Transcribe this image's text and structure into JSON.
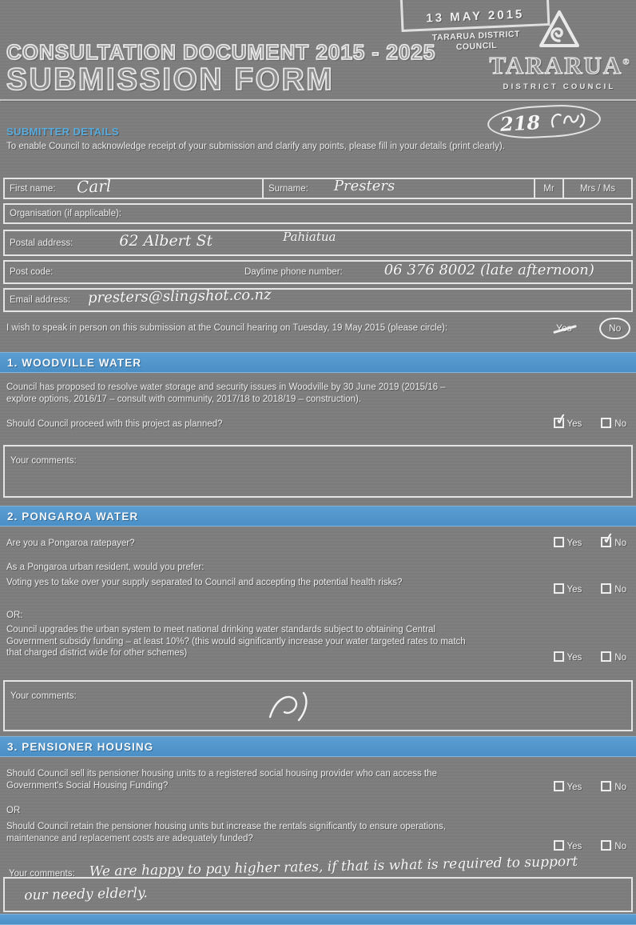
{
  "colors": {
    "page_background": "#7d7d7d",
    "banner_blue": "#4e94ca",
    "heading_blue": "#58abdd",
    "scan_white": "#ececec"
  },
  "labels": {
    "yes": "Yes",
    "no": "No"
  },
  "header": {
    "stamp": {
      "date": "13 MAY 2015",
      "org": "TARARUA DISTRICT COUNCIL"
    },
    "logo": {
      "name": "TARARUA",
      "registered": "®",
      "subtitle": "DISTRICT COUNCIL"
    },
    "title_line1": "CONSULTATION DOCUMENT 2015 - 2025",
    "title_line2": "SUBMISSION FORM",
    "submission_number": "218"
  },
  "submitter": {
    "heading": "SUBMITTER DETAILS",
    "intro": "To enable Council to acknowledge receipt of your submission and clarify any points, please fill in your details (print clearly).",
    "first_name_label": "First name:",
    "first_name_value": "Carl",
    "surname_label": "Surname:",
    "surname_value": "Presters",
    "title_mr": "Mr",
    "title_mrs_ms": "Mrs / Ms",
    "organisation_label": "Organisation (if applicable):",
    "organisation_value": "",
    "postal_label": "Postal address:",
    "postal_value_line1": "62 Albert St",
    "postal_value_line2": "Pahiatua",
    "postcode_label": "Post code:",
    "postcode_value": "",
    "phone_label": "Daytime phone number:",
    "phone_value": "06 376 8002 (late afternoon)",
    "email_label": "Email address:",
    "email_value": "presters@slingshot.co.nz"
  },
  "hearing": {
    "text": "I wish to speak in person on this submission at the Council hearing on Tuesday, 19 May 2015 (please circle):",
    "yes": "Yes",
    "no": "No",
    "circled": "No"
  },
  "section1": {
    "title": "1. WOODVILLE WATER",
    "body": "Council has proposed to resolve water storage and security issues in Woodville by 30 June 2019 (2015/16 – explore options, 2016/17 – consult with community, 2017/18 to 2018/19 – construction).",
    "question": "Should Council proceed with this project as planned?",
    "yes_mark": "✓",
    "no_mark": "",
    "comments_label": "Your comments:",
    "comments_value": ""
  },
  "section2": {
    "title": "2. PONGAROA WATER",
    "q1_text": "Are you a Pongaroa ratepayer?",
    "q1_yes_mark": "",
    "q1_no_mark": "✓",
    "intro": "As a Pongaroa urban resident, would you prefer:",
    "q2_text": "Voting yes to take over your supply separated to Council and accepting the potential health risks?",
    "q2_yes_mark": "",
    "q2_no_mark": "",
    "or_label": "OR:",
    "q3_text": "Council upgrades the urban system to meet national drinking water standards subject to obtaining Central Government subsidy funding – at least 10%? (this would significantly increase your water targeted rates to match that charged district wide for other schemes)",
    "q3_yes_mark": "",
    "q3_no_mark": "",
    "comments_label": "Your comments:",
    "comments_value": ""
  },
  "section3": {
    "title": "3. PENSIONER HOUSING",
    "q1_text": "Should Council sell its pensioner housing units to a registered social housing provider who can access the Government's Social Housing Funding?",
    "q1_yes_mark": "",
    "q1_no_mark": "",
    "or_label": "OR",
    "q2_text": "Should Council retain the pensioner housing units but increase the rentals significantly to ensure operations, maintenance and replacement costs are adequately funded?",
    "q2_yes_mark": "",
    "q2_no_mark": "",
    "comments_label": "Your comments:",
    "comments_value": "We are happy to pay higher rates, if that is what is required to support our needy elderly."
  },
  "section4": {
    "title": ""
  }
}
